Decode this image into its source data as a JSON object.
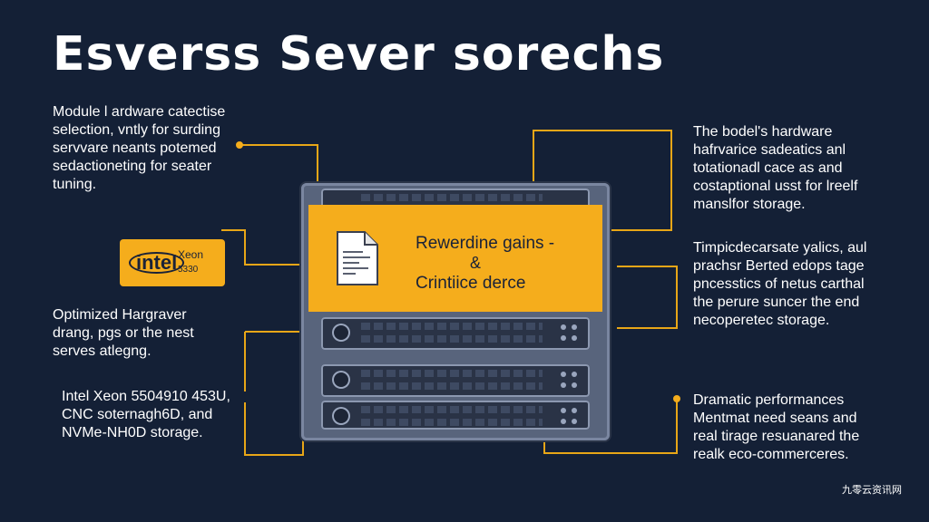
{
  "title": "Esverss Sever sorechs",
  "colors": {
    "background": "#142036",
    "accent": "#f5ad1c",
    "connector": "#e8a617",
    "text": "#ffffff"
  },
  "blocks": {
    "top_left": [
      "Module l ardware catectise",
      "selection, vntly for surding",
      "servvare neants potemed",
      "sedactioneting for seater",
      "tuning."
    ],
    "mid_left": [
      "Optimized Hargraver",
      "drang, pgs or the nest",
      "serves atlegng."
    ],
    "bottom_left": [
      "Intel Xeon 5504910 453U,",
      "CNC soternagh6D, and",
      "NVMe-NH0D storage."
    ],
    "top_right": [
      "The bodel's hardware",
      "hafrvarice sadeatics anl",
      "totationadl cace as and",
      "costaptional usst for lreelf",
      "manslfor storage."
    ],
    "mid_right": [
      "Timpicdecarsate yalics, aul",
      "prachsr Berted edops tage",
      "pncesstics of netus carthal",
      "the perure suncer the end",
      "necoperetec storage."
    ],
    "bottom_right": [
      "Dramatic performances",
      "Mentmat need seans and",
      "real tirage resuanared the",
      "realk eco-commerceres."
    ]
  },
  "intel_badge": {
    "brand": "intel",
    "model": "Xeon",
    "number": "5330"
  },
  "panel": {
    "line1": "Rewerdine gains -",
    "line2": "&",
    "line3": "Crintiice derce"
  },
  "icons": {
    "document": "document-icon"
  },
  "watermark": "九零云资讯网"
}
